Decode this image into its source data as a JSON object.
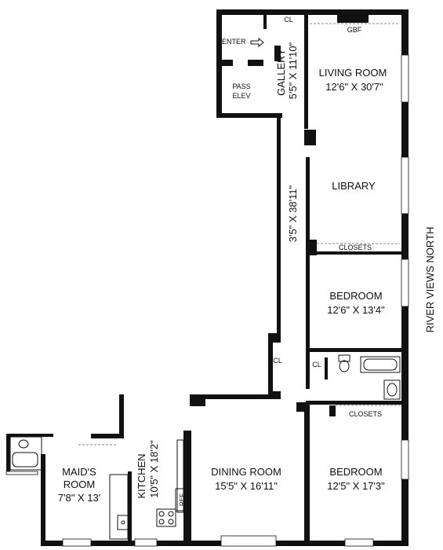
{
  "rooms": {
    "living_room": {
      "name": "LIVING ROOM",
      "dim": "12'6\" X 30'7\""
    },
    "library": {
      "name": "LIBRARY"
    },
    "gallery": {
      "name": "GALLERY",
      "dim": "5'5\" X 11'10\""
    },
    "hall": {
      "dim": "3'5\" X 38'11\""
    },
    "bedroom1": {
      "name": "BEDROOM",
      "dim": "12'6\" X 13'4\""
    },
    "bedroom2": {
      "name": "BEDROOM",
      "dim": "12'5\" X 17'3\""
    },
    "dining_room": {
      "name": "DINING ROOM",
      "dim": "15'5\" X 16'11\""
    },
    "kitchen": {
      "name": "KITCHEN",
      "dim": "10'5\" X 18'2\""
    },
    "maids_room": {
      "name": "MAID'S",
      "name2": "ROOM",
      "dim": "7'8\" X 13'"
    }
  },
  "labels": {
    "enter": "ENTER",
    "pass": "PASS",
    "elev": "ELEV",
    "cl_top": "CL",
    "cl_mid": "CL",
    "cl_bath": "CL",
    "gbf": "GBF",
    "closets1": "CLOSETS",
    "closets2": "CLOSETS",
    "ref": "REF",
    "river_views": "RIVER VIEWS NORTH"
  }
}
